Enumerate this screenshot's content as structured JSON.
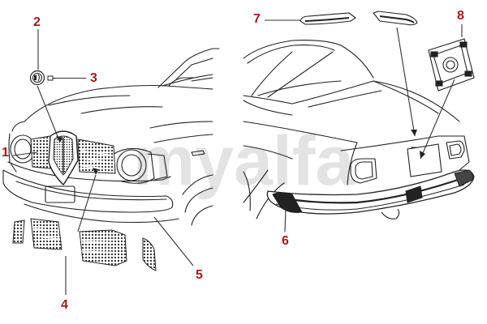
{
  "watermark": {
    "text": "myalfa",
    "color": "#e3e3e3"
  },
  "colors": {
    "callout": "#9b1b1f",
    "ink": "#222222",
    "leader": "#333333"
  },
  "callouts": [
    {
      "id": "1",
      "label": "1",
      "part": "front-grille-badge"
    },
    {
      "id": "2",
      "label": "2",
      "part": "bonnet-emblem"
    },
    {
      "id": "3",
      "label": "3",
      "part": "emblem-fastener"
    },
    {
      "id": "4",
      "label": "4",
      "part": "side-grille-meshes"
    },
    {
      "id": "5",
      "label": "5",
      "part": "front-bumper"
    },
    {
      "id": "6",
      "label": "6",
      "part": "rear-bumper"
    },
    {
      "id": "7",
      "label": "7",
      "part": "trim-strips"
    },
    {
      "id": "8",
      "label": "8",
      "part": "licence-plate-holder"
    }
  ]
}
